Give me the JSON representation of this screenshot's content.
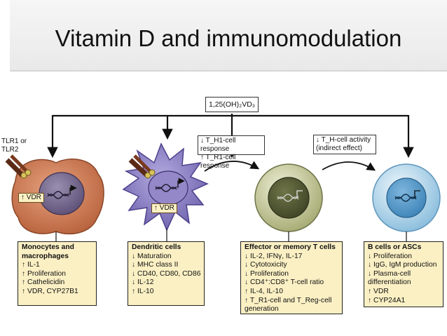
{
  "title": "Vitamin D and immunomodulation",
  "top_label": "1,25(OH)₂VD₃",
  "tlr_label": [
    "TLR1 or",
    "TLR2"
  ],
  "vdr_tags": {
    "monocyte": "↑ VDR",
    "dendritic": "↑ VDR"
  },
  "arrow_notes": {
    "to_tcell": [
      "↓ T_H1-cell response",
      "↑ T_R1-cell response"
    ],
    "to_bcell": [
      "↓ T_H-cell activity",
      "(indirect effect)"
    ]
  },
  "boxes": {
    "monocytes": {
      "header": [
        "Monocytes and",
        "macrophages"
      ],
      "lines": [
        "↑ IL-1",
        "↑ Proliferation",
        "↑ Cathelicidin",
        "↑ VDR, CYP27B1"
      ]
    },
    "dendritic": {
      "header": [
        "Dendritic cells"
      ],
      "lines": [
        "↓ Maturation",
        "↓ MHC class II",
        "↓ CD40, CD80, CD86",
        "↓ IL-12",
        "↑ IL-10"
      ]
    },
    "tcells": {
      "header": [
        "Effector or memory T cells"
      ],
      "lines": [
        "↓ IL-2, IFNγ, IL-17",
        "↓ Cytotoxicity",
        "↓ Proliferation",
        "↓ CD4⁺:CD8⁺ T-cell ratio",
        "↑ IL-4, IL-10",
        "↑ T_R1-cell and T_Reg-cell",
        "generation"
      ]
    },
    "bcells": {
      "header": [
        "B cells or ASCs"
      ],
      "lines": [
        "↓ Proliferation",
        "↓ IgG, IgM production",
        "↓ Plasma-cell",
        "differentiation",
        "↑ VDR",
        "↑ CYP24A1"
      ]
    }
  },
  "colors": {
    "monocyte": "#c9774f",
    "dendritic": "#8c80c4",
    "tcell": "#c4c99a",
    "bcell": "#a9cfe6",
    "box_fill": "#fbf0c4"
  }
}
